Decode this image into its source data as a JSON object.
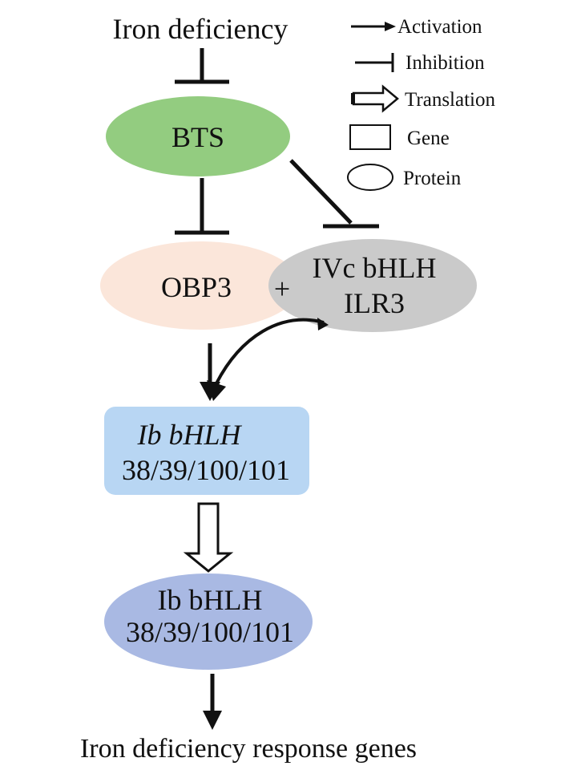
{
  "diagram": {
    "top_label": "Iron deficiency",
    "bottom_label": "Iron deficiency response genes",
    "plus_sign": "+",
    "nodes": {
      "bts": {
        "label": "BTS",
        "shape": "protein",
        "color": "#93CC80"
      },
      "obp3": {
        "label": "OBP3",
        "shape": "protein",
        "color": "#FBE6DA"
      },
      "ilr3": {
        "line1": "IVc bHLH",
        "line2": "ILR3",
        "shape": "protein",
        "color": "#CACACA"
      },
      "ib_gene": {
        "line1": "Ib bHLH",
        "line2": "38/39/100/101",
        "shape": "gene",
        "color": "#B8D6F3"
      },
      "ib_protein": {
        "line1": "Ib bHLH",
        "line2": "38/39/100/101",
        "shape": "protein",
        "color": "#A9B9E3"
      }
    },
    "edges": [
      {
        "from": "Iron deficiency",
        "to": "BTS",
        "type": "inhibition"
      },
      {
        "from": "BTS",
        "to": "OBP3",
        "type": "inhibition"
      },
      {
        "from": "BTS",
        "to": "IVc bHLH ILR3",
        "type": "inhibition"
      },
      {
        "from": "OBP3 + ILR3",
        "to": "Ib bHLH 38/39/100/101 gene",
        "type": "activation"
      },
      {
        "from": "Ib bHLH gene",
        "to": "Ib bHLH protein",
        "type": "translation"
      },
      {
        "from": "Ib bHLH protein",
        "to": "Iron deficiency response genes",
        "type": "activation"
      }
    ]
  },
  "legend": {
    "activation": "Activation",
    "inhibition": "Inhibition",
    "translation": "Translation",
    "gene": "Gene",
    "protein": "Protein"
  }
}
